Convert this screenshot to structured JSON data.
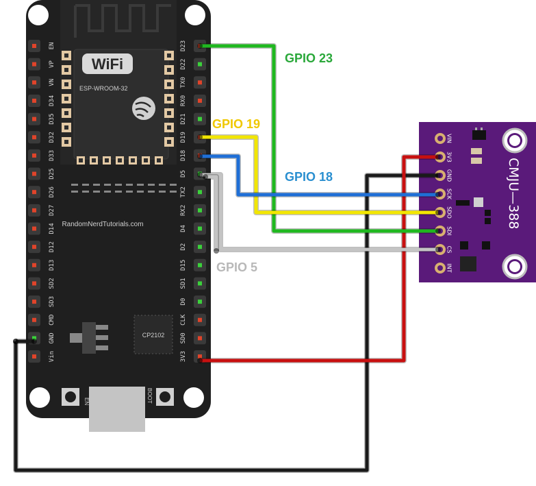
{
  "board": {
    "wifi_logo": "WiFi",
    "module_name": "ESP-WROOM-32",
    "site": "RandomNerdTutorials.com",
    "chip": "CP2102",
    "en_button": "EN",
    "boot_button": "BOOT",
    "left_pins": [
      "EN",
      "VP",
      "VN",
      "D34",
      "D35",
      "D32",
      "D33",
      "D25",
      "D26",
      "D27",
      "D14",
      "D12",
      "D13",
      "SD2",
      "SD3",
      "CMD",
      "GND",
      "Vin"
    ],
    "right_pins": [
      "D23",
      "D22",
      "TX0",
      "RX0",
      "D21",
      "D19",
      "D18",
      "D5",
      "TX2",
      "RX2",
      "D4",
      "D2",
      "D15",
      "SD1",
      "D0",
      "CLK",
      "SD0",
      "3V3"
    ]
  },
  "sensor": {
    "name": "CMJU—388",
    "pins": [
      "VIN",
      "3V3",
      "GND",
      "SCK",
      "SDO",
      "SDI",
      "CS",
      "INT"
    ]
  },
  "labels": {
    "gpio23": "GPIO 23",
    "gpio19": "GPIO 19",
    "gpio18": "GPIO 18",
    "gpio5": "GPIO 5"
  },
  "colors": {
    "green": "#1fb81f",
    "yellow": "#f2e600",
    "blue": "#1f6fd6",
    "gray": "#c4c4c4",
    "red": "#c81010",
    "black": "#1a1a1a",
    "board": "#1f1f1f",
    "sensor": "#5a1a7a",
    "label_green": "#2aa83a",
    "label_yellow": "#f0c800",
    "label_blue": "#2a8fd0",
    "label_gray": "#b8b8b8"
  }
}
